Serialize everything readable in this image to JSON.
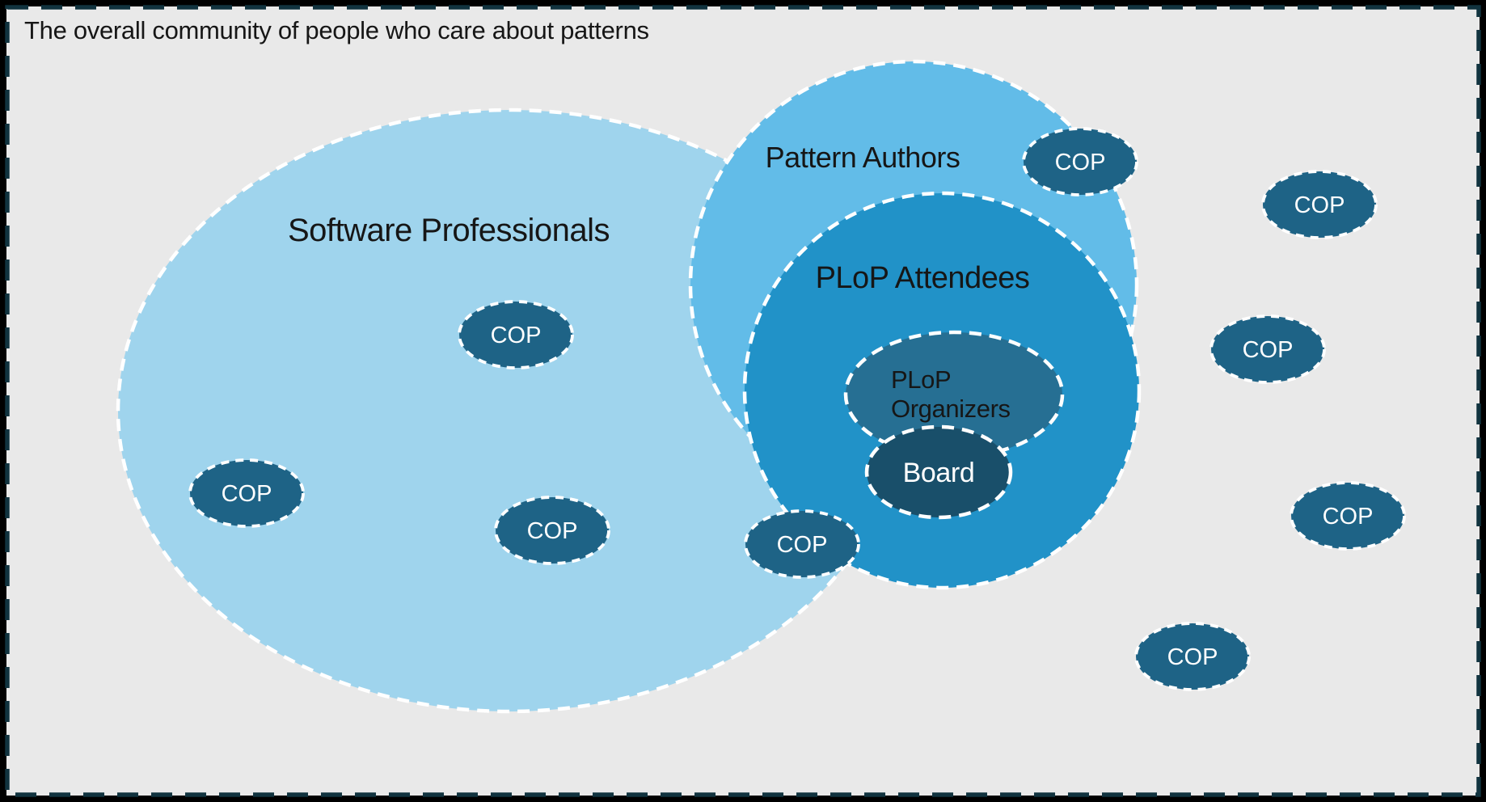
{
  "diagram": {
    "title": "The overall community of people who care about patterns",
    "regions": {
      "software_professionals": {
        "label": "Software Professionals"
      },
      "pattern_authors": {
        "label": "Pattern Authors"
      },
      "plop_attendees": {
        "label": "PLoP Attendees"
      },
      "plop_organizers": {
        "label_line1": "PLoP",
        "label_line2": "Organizers"
      },
      "board": {
        "label": "Board"
      }
    },
    "cop": {
      "label": "COP",
      "count": 9
    }
  },
  "colors": {
    "outer_frame": "#000000",
    "canvas_bg": "#e9e9e9",
    "frame_dash": "#11333f",
    "software_professionals": "#9fd4ed",
    "pattern_authors": "#62bce8",
    "plop_attendees": "#2192c8",
    "plop_organizers": "#266f93",
    "board": "#194f6a",
    "cop": "#1e6386",
    "region_border": "#ffffff",
    "label_dark": "#161616",
    "label_light": "#ffffff"
  }
}
